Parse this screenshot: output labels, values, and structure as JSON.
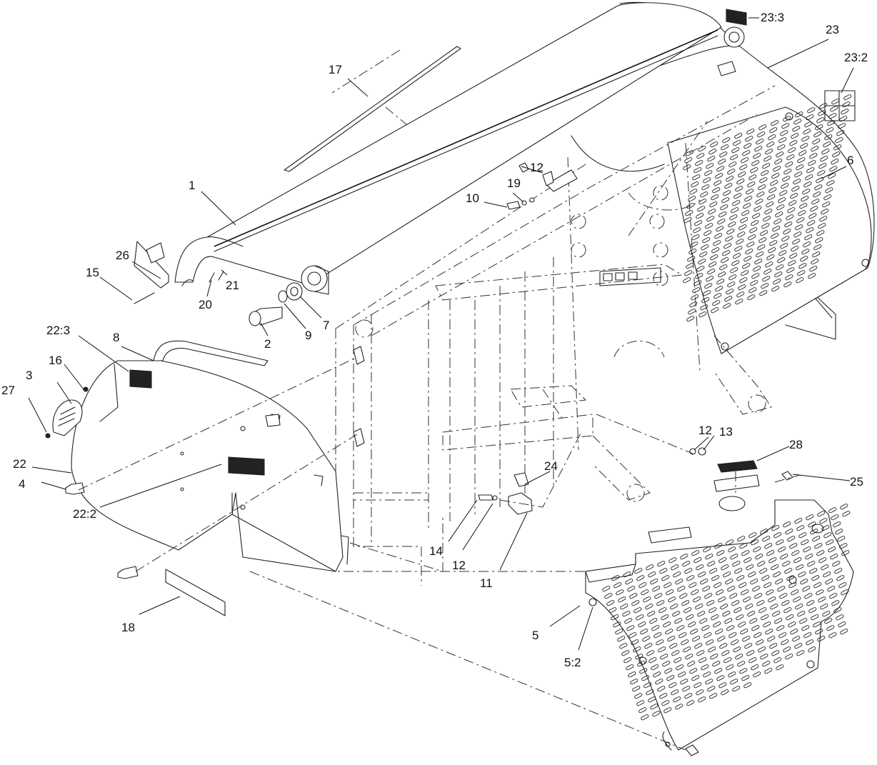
{
  "callouts": [
    {
      "id": "c1",
      "text": "1"
    },
    {
      "id": "c2",
      "text": "2"
    },
    {
      "id": "c3",
      "text": "3"
    },
    {
      "id": "c4",
      "text": "4"
    },
    {
      "id": "c5",
      "text": "5"
    },
    {
      "id": "c5_2",
      "text": "5:2"
    },
    {
      "id": "c6",
      "text": "6"
    },
    {
      "id": "c7",
      "text": "7"
    },
    {
      "id": "c8",
      "text": "8"
    },
    {
      "id": "c9",
      "text": "9"
    },
    {
      "id": "c10",
      "text": "10"
    },
    {
      "id": "c11",
      "text": "11"
    },
    {
      "id": "c12a",
      "text": "12"
    },
    {
      "id": "c12b",
      "text": "12"
    },
    {
      "id": "c12c",
      "text": "12"
    },
    {
      "id": "c13",
      "text": "13"
    },
    {
      "id": "c14",
      "text": "14"
    },
    {
      "id": "c15",
      "text": "15"
    },
    {
      "id": "c16",
      "text": "16"
    },
    {
      "id": "c17",
      "text": "17"
    },
    {
      "id": "c18",
      "text": "18"
    },
    {
      "id": "c19",
      "text": "19"
    },
    {
      "id": "c20",
      "text": "20"
    },
    {
      "id": "c21",
      "text": "21"
    },
    {
      "id": "c22",
      "text": "22"
    },
    {
      "id": "c22_2",
      "text": "22:2"
    },
    {
      "id": "c22_3",
      "text": "22:3"
    },
    {
      "id": "c23",
      "text": "23"
    },
    {
      "id": "c23_2",
      "text": "23:2"
    },
    {
      "id": "c23_3",
      "text": "23:3"
    },
    {
      "id": "c24",
      "text": "24"
    },
    {
      "id": "c25",
      "text": "25"
    },
    {
      "id": "c26",
      "text": "26"
    },
    {
      "id": "c27",
      "text": "27"
    },
    {
      "id": "c28",
      "text": "28"
    }
  ]
}
